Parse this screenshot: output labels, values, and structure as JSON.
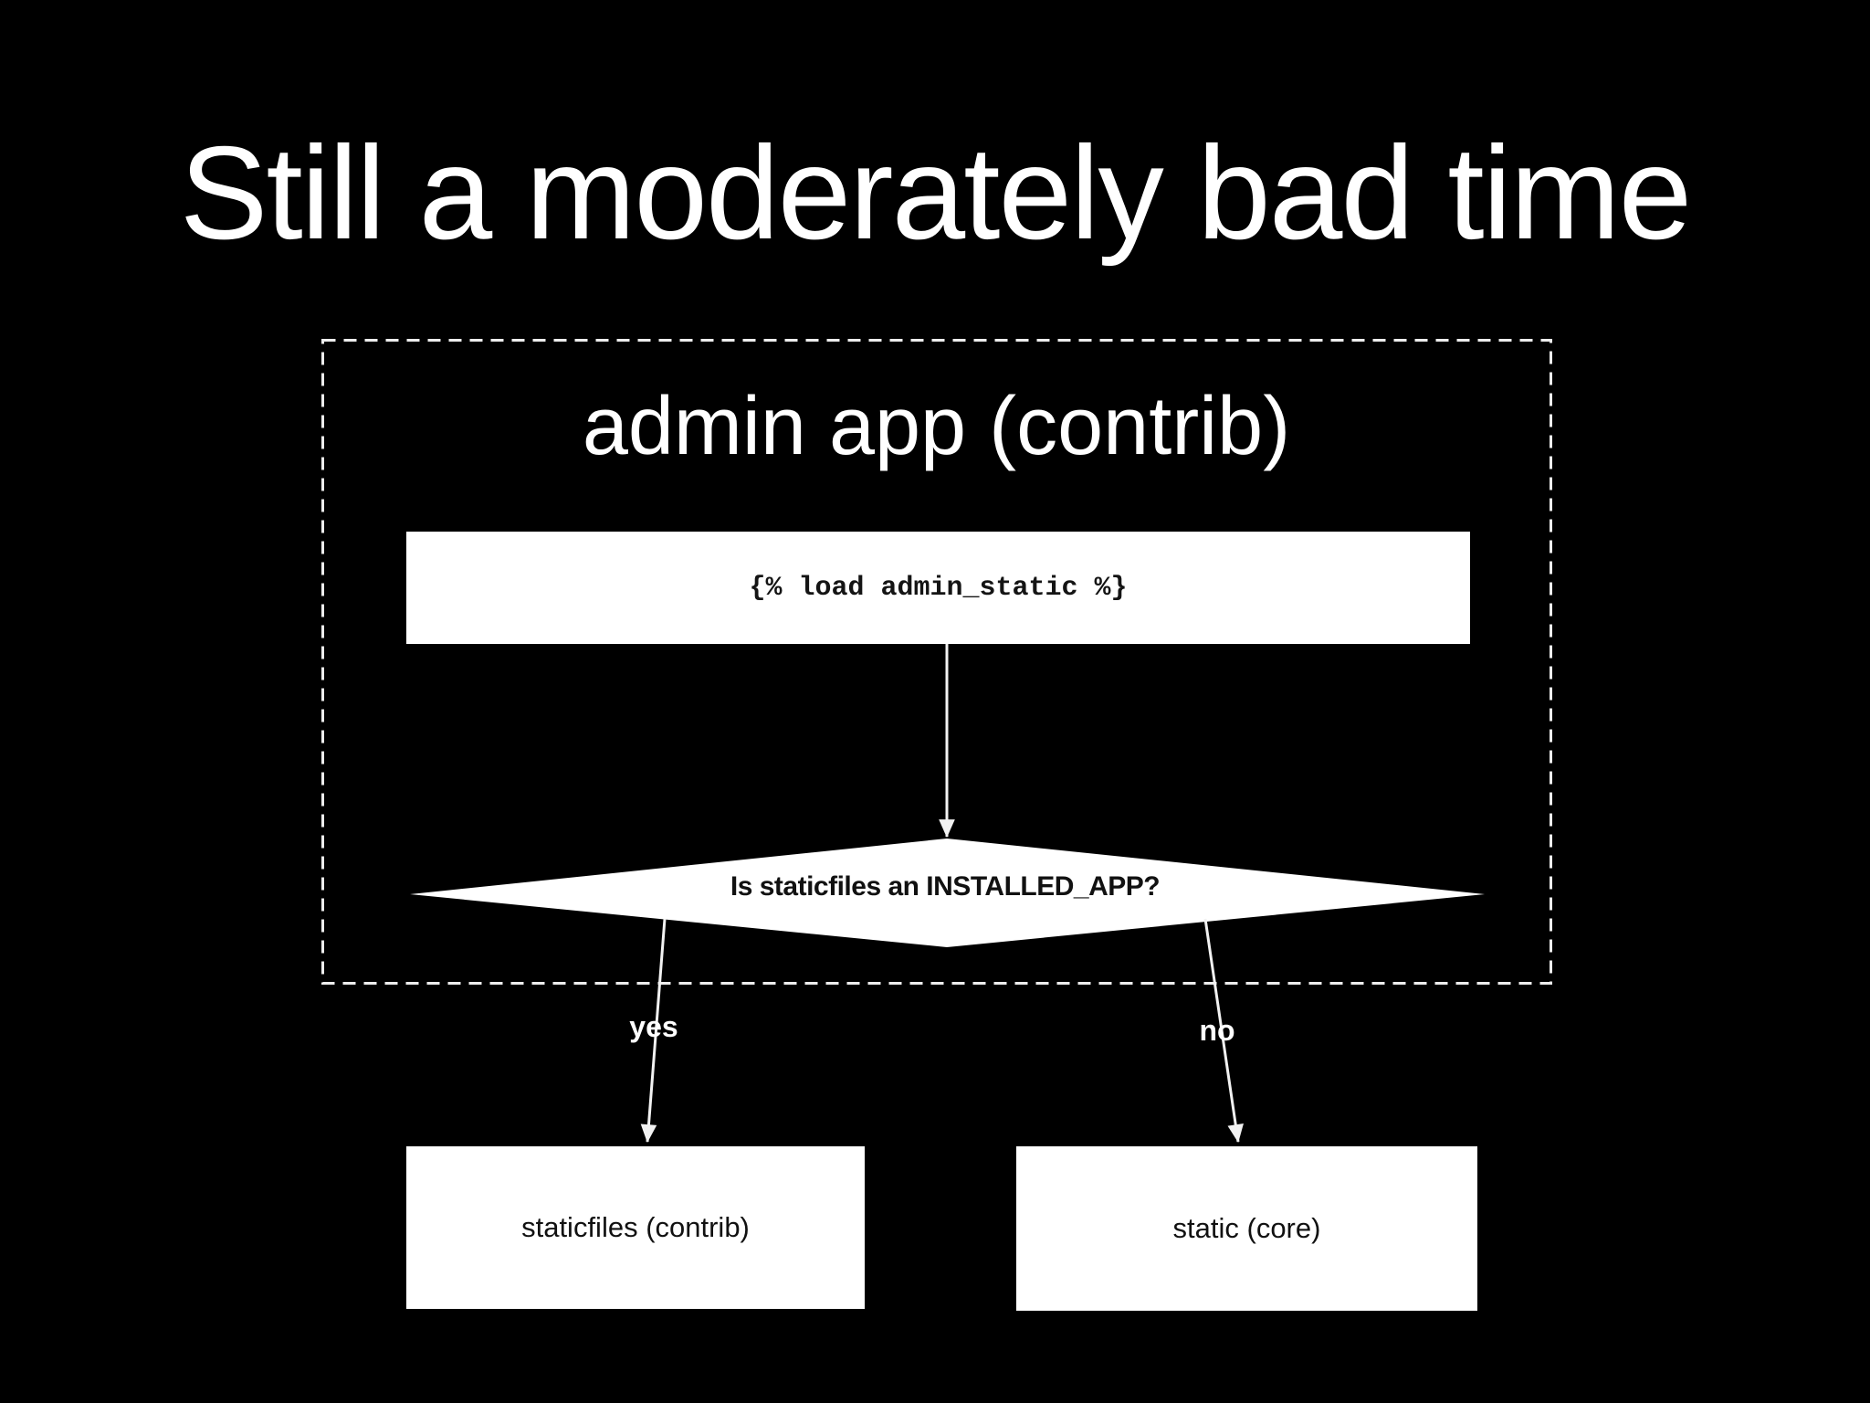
{
  "slide": {
    "title": "Still a moderately bad time",
    "background_color": "#000000",
    "title_color": "#ffffff"
  },
  "diagram": {
    "container_label": "admin app (contrib)",
    "code_node": {
      "text": "{% load admin_static %}"
    },
    "decision_node": {
      "text": "Is staticfiles an INSTALLED_APP?"
    },
    "edges": {
      "yes_label": "yes",
      "no_label": "no"
    },
    "result_nodes": {
      "yes_target": "staticfiles (contrib)",
      "no_target": "static (core)"
    },
    "colors": {
      "node_fill": "#ffffff",
      "node_text": "#111111",
      "connector": "#f2f2f2",
      "dashed_border": "#ededed"
    }
  }
}
